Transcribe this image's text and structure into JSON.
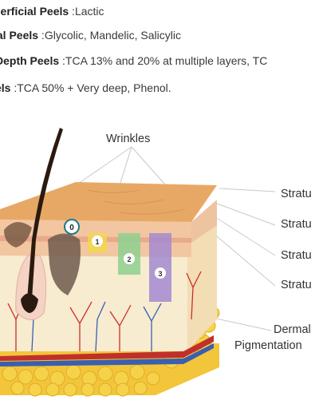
{
  "legend": [
    {
      "name": "perficial Peels",
      "value": " :Lactic"
    },
    {
      "name": "ial Peels",
      "value": " :Glycolic, Mandelic, Salicylic"
    },
    {
      "name": " Depth Peels",
      "value": " :TCA 13% and 20% at multiple layers, TC"
    },
    {
      "name": "els",
      "value": " :TCA 50% + Very deep, Phenol."
    }
  ],
  "labels": {
    "wrinkles": "Wrinkles",
    "stratum_1": "Stratu",
    "stratum_2": "Stratu",
    "stratum_3": "Stratu",
    "stratum_4": "Stratu",
    "dermal": "Dermal",
    "pigmentation": "Pigmentation"
  },
  "markers": [
    "0",
    "1",
    "2",
    "3"
  ],
  "colors": {
    "skin_top": "#e7a866",
    "epidermis": "#f2c9a0",
    "dermis": "#f6e7c8",
    "fat": "#f2c53a",
    "marker1": "#f1d84a",
    "marker2": "#8fd08f",
    "marker3": "#a38ad0",
    "hair": "#2a1a10"
  }
}
